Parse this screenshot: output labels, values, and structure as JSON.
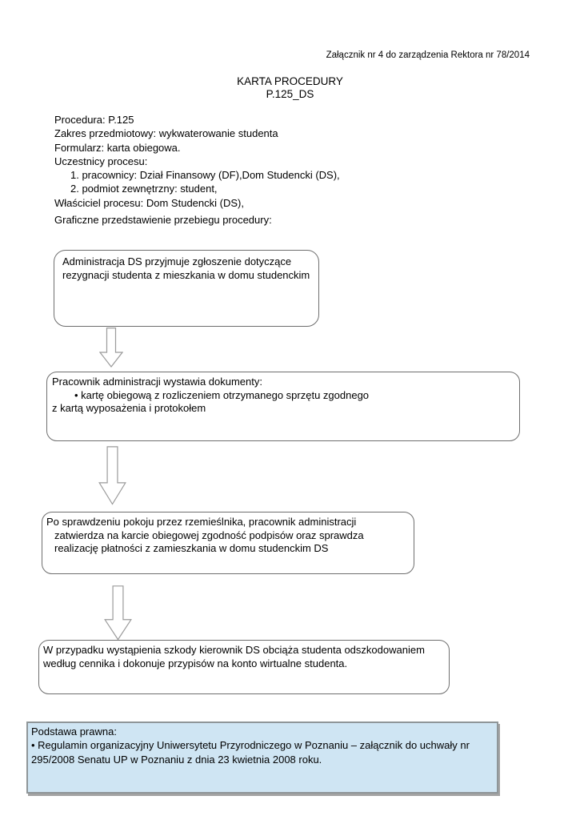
{
  "header": {
    "attachment_note": "Załącznik nr 4 do zarządzenia Rektora nr 78/2014",
    "title": "KARTA PROCEDURY",
    "subtitle": "P.125_DS"
  },
  "info": {
    "procedura": "Procedura: P.125",
    "zakres": "Zakres przedmiotowy: wykwaterowanie studenta",
    "formularz": "Formularz: karta obiegowa.",
    "uczestnicy": "Uczestnicy procesu:",
    "uczestnik_1": "1. pracownicy: Dział Finansowy (DF),Dom Studencki (DS),",
    "uczestnik_2": "2. podmiot zewnętrzny: student,",
    "wlasciciel": "Właściciel procesu: Dom Studencki (DS),",
    "graficzne_caption": "Graficzne przedstawienie przebiegu procedury:"
  },
  "flowchart": {
    "box1": {
      "line1": "Administracja DS przyjmuje zgłoszenie dotyczące",
      "line2": "rezygnacji studenta z mieszkania w domu studenckim"
    },
    "box2": {
      "line1": "Pracownik administracji wystawia dokumenty:",
      "line2": "• kartę obiegową z rozliczeniem otrzymanego sprzętu zgodnego",
      "line3": "z kartą wyposażenia i protokołem"
    },
    "box3": {
      "line1": "Po sprawdzeniu pokoju przez rzemieślnika, pracownik administracji",
      "line2": "zatwierdza na karcie obiegowej zgodność podpisów oraz sprawdza",
      "line3": "realizację płatności z zamieszkania w domu studenckim DS"
    },
    "box4": {
      "line1": "W przypadku wystąpienia szkody kierownik DS obciąża studenta odszkodowaniem",
      "line2": "według cennika i dokonuje przypisów na konto wirtualne studenta."
    }
  },
  "legal": {
    "line1": "Podstawa prawna:",
    "line2": " • Regulamin organizacyjny Uniwersytetu Przyrodniczego w Poznaniu – załącznik do uchwały nr",
    "line3": "295/2008 Senatu UP w Poznaniu z dnia 23 kwietnia 2008 roku."
  },
  "colors": {
    "legal_background": "#cfe5f3",
    "legal_border": "#8f9699",
    "box_border": "#6e6e6e",
    "arrow_outline": "#9a9a9a",
    "text": "#000000"
  }
}
